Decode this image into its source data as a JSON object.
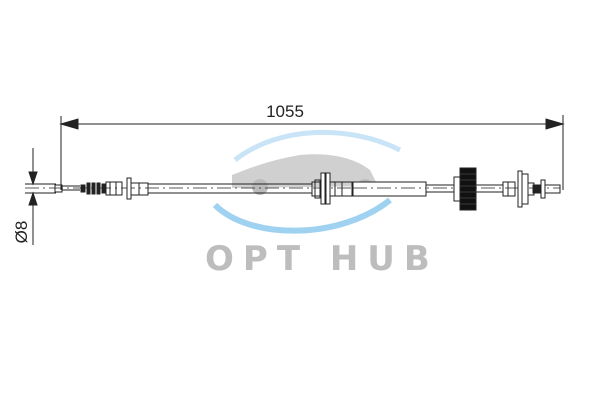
{
  "drawing": {
    "length_dimension": "1055",
    "diameter_dimension": "Ø8"
  },
  "watermark": {
    "text": "OPT HUB",
    "colors": {
      "swoosh": "#8fc9ef",
      "car": "#c8c8c8",
      "text": "#bdbdbd"
    }
  },
  "colors": {
    "line": "#222222",
    "gear": "#111111"
  }
}
